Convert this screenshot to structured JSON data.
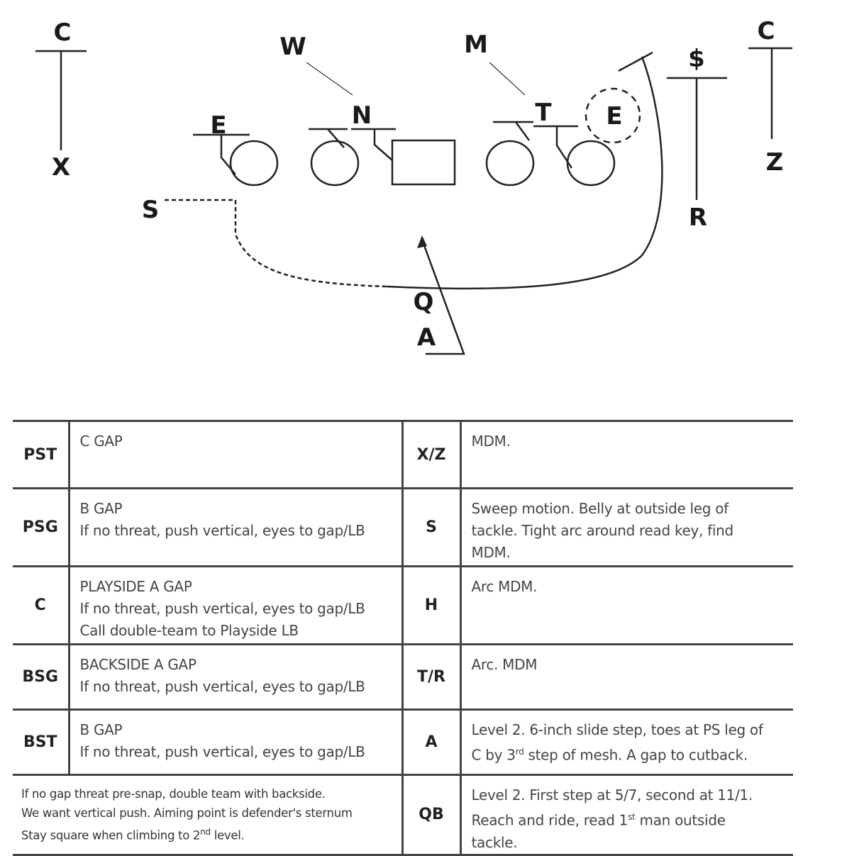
{
  "diagram": {
    "receivers": {
      "x_label": "X",
      "x_defender": "C",
      "z_label": "Z",
      "z_defender": "C",
      "r_label": "R",
      "r_defender": "$"
    },
    "defenders": {
      "w": "W",
      "m": "M",
      "e_left": "E",
      "n": "N",
      "t": "T",
      "e_right": "E"
    },
    "backs": {
      "s": "S",
      "q": "Q",
      "a": "A"
    }
  },
  "table": {
    "rows": [
      {
        "left_pos": "PST",
        "left_lines": [
          "C GAP"
        ],
        "right_pos": "X/Z",
        "right_lines": [
          "MDM."
        ]
      },
      {
        "left_pos": "PSG",
        "left_lines": [
          "B GAP",
          "If no threat, push vertical, eyes to gap/LB"
        ],
        "right_pos": "S",
        "right_lines": [
          "Sweep motion. Belly at outside leg of",
          "tackle. Tight arc around read key, find",
          "MDM."
        ]
      },
      {
        "left_pos": "C",
        "left_lines": [
          "PLAYSIDE A GAP",
          "If no threat, push vertical, eyes to gap/LB",
          "Call double-team to Playside LB"
        ],
        "right_pos": "H",
        "right_lines": [
          "Arc MDM."
        ]
      },
      {
        "left_pos": "BSG",
        "left_lines": [
          "BACKSIDE A GAP",
          "If no threat, push vertical, eyes to gap/LB"
        ],
        "right_pos": "T/R",
        "right_lines": [
          "Arc. MDM"
        ]
      },
      {
        "left_pos": "BST",
        "left_lines": [
          "B GAP",
          "If no threat, push vertical, eyes to gap/LB"
        ],
        "right_pos": "A",
        "right_lines": [
          "Level 2. 6-inch slide step, toes at PS leg of",
          "C by 3rd step of mesh. A gap to cutback."
        ]
      }
    ],
    "footer": {
      "note_lines": [
        "If no gap threat pre-snap, double team with backside.",
        "We want vertical push. Aiming point is defender's sternum",
        "Stay square when climbing to 2nd level."
      ],
      "right_pos": "QB",
      "right_lines": [
        "Level 2. First step at 5/7, second at 11/1.",
        "Reach and ride, read 1st man outside",
        "tackle."
      ]
    }
  }
}
